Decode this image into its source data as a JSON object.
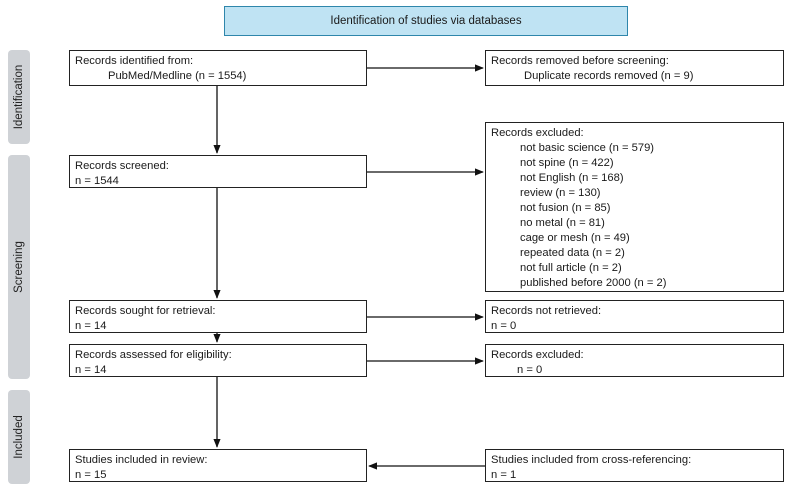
{
  "header": "Identification of studies via databases",
  "sidebar": {
    "identification": "Identification",
    "screening": "Screening",
    "included": "Included"
  },
  "identified": {
    "title": "Records identified from:",
    "line": "PubMed/Medline (n = 1554)"
  },
  "removed": {
    "title": "Records removed before screening:",
    "line": "Duplicate records removed (n = 9)"
  },
  "screened": {
    "title": "Records screened:",
    "n": "n = 1544"
  },
  "excluded_screening": {
    "title": "Records excluded:",
    "items": [
      "not basic science (n =  579)",
      "not spine (n =  422)",
      "not English (n =  168)",
      "review (n = 130)",
      "not fusion (n =  85)",
      "no metal (n = 81)",
      "cage or mesh (n = 49)",
      "repeated data (n = 2)",
      "not full article (n =  2)",
      "published before 2000 (n = 2)"
    ]
  },
  "sought": {
    "title": "Records sought for retrieval:",
    "n": "n = 14"
  },
  "not_retrieved": {
    "title": "Records not retrieved:",
    "n": "n = 0"
  },
  "assessed": {
    "title": "Records assessed for eligibility:",
    "n": "n = 14"
  },
  "excluded_eligibility": {
    "title": "Records excluded:",
    "n": "n = 0"
  },
  "included": {
    "title": "Studies included in review:",
    "n": "n = 15"
  },
  "cross_ref": {
    "title": "Studies included from cross-referencing:",
    "n": "n = 1"
  }
}
